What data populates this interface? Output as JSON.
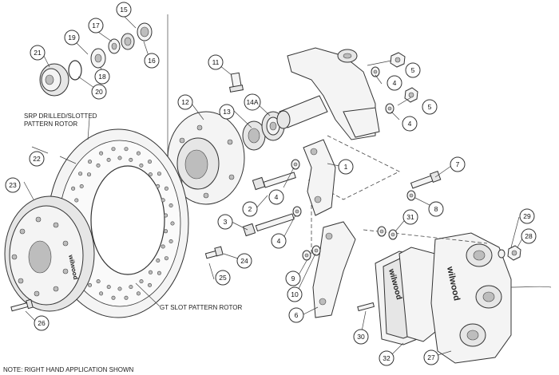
{
  "labels": {
    "srp_rotor_line1": "SRP DRILLED/SLOTTED",
    "srp_rotor_line2": "PATTERN ROTOR",
    "gt_rotor": "GT SLOT PATTERN ROTOR",
    "note": "NOTE: RIGHT HAND APPLICATION SHOWN",
    "brand_rotor": "wilwood",
    "brand_caliper": "wilwood",
    "brand_pad": "wilwood"
  },
  "callouts": [
    "1",
    "2",
    "3",
    "4",
    "4",
    "4",
    "4",
    "5",
    "5",
    "6",
    "7",
    "8",
    "9",
    "10",
    "11",
    "12",
    "13",
    "14A",
    "15",
    "16",
    "17",
    "18",
    "19",
    "20",
    "21",
    "22",
    "23",
    "24",
    "25",
    "26",
    "27",
    "28",
    "29",
    "30",
    "31",
    "32"
  ],
  "colors": {
    "line": "#333333",
    "paper": "#ffffff"
  }
}
